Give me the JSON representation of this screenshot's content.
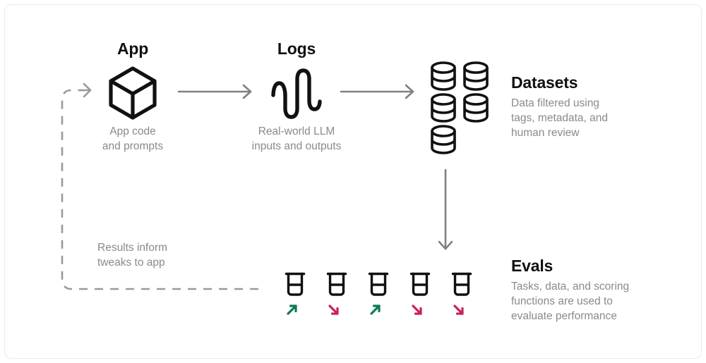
{
  "diagram": {
    "type": "flow",
    "nodes": [
      {
        "id": "app",
        "title": "App",
        "caption_line1": "App code",
        "caption_line2": "and prompts",
        "icon": "cube-icon"
      },
      {
        "id": "logs",
        "title": "Logs",
        "caption_line1": "Real-world LLM",
        "caption_line2": "inputs and outputs",
        "icon": "waveform-icon"
      },
      {
        "id": "datasets",
        "title": "Datasets",
        "caption_line1": "Data filtered using",
        "caption_line2": "tags, metadata, and",
        "caption_line3": "human review",
        "icon": "database-icon",
        "icon_count": 5
      },
      {
        "id": "evals",
        "title": "Evals",
        "caption_line1": "Tasks, data, and scoring",
        "caption_line2": "functions are used to",
        "caption_line3": "evaluate performance",
        "icon": "beaker-icon",
        "icon_count": 5
      }
    ],
    "feedback": {
      "caption_line1": "Results inform",
      "caption_line2": "tweaks to app",
      "style": "dashed"
    },
    "eval_results": [
      {
        "icon": "beaker-icon",
        "trend": "arrow-up-right-icon",
        "status": "pass"
      },
      {
        "icon": "beaker-icon",
        "trend": "arrow-down-right-icon",
        "status": "fail"
      },
      {
        "icon": "beaker-icon",
        "trend": "arrow-up-right-icon",
        "status": "pass"
      },
      {
        "icon": "beaker-icon",
        "trend": "arrow-down-right-icon",
        "status": "fail"
      },
      {
        "icon": "beaker-icon",
        "trend": "arrow-down-right-icon",
        "status": "fail"
      }
    ],
    "connectors": [
      {
        "id": "app-to-logs",
        "icon": "arrow-right-icon",
        "style": "solid"
      },
      {
        "id": "logs-to-datasets",
        "icon": "arrow-right-icon",
        "style": "solid"
      },
      {
        "id": "datasets-to-evals",
        "icon": "arrow-down-icon",
        "style": "solid"
      },
      {
        "id": "evals-to-app",
        "icon": "dashed-loop-arrow-icon",
        "style": "dashed"
      }
    ],
    "colors": {
      "ink": "#111111",
      "muted": "#8a8a8a",
      "connector": "#808080",
      "pass": "#0b7a52",
      "fail": "#c9205e",
      "frame": "#ebebeb",
      "background": "#ffffff"
    }
  }
}
